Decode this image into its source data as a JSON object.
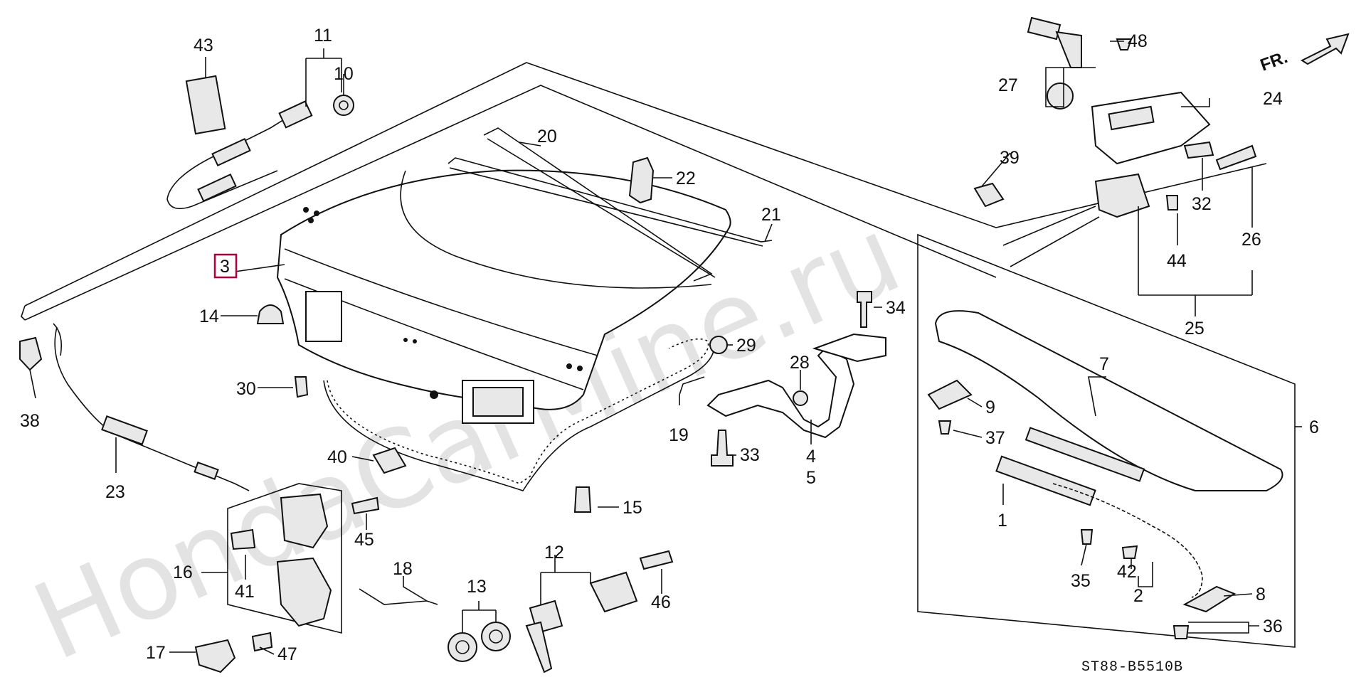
{
  "diagram": {
    "code": "ST88-B5510B",
    "orientation": "FR.",
    "watermark": "HondaCarMine.ru",
    "highlighted": "3",
    "callouts": [
      "1",
      "2",
      "3",
      "4",
      "5",
      "6",
      "7",
      "8",
      "9",
      "10",
      "11",
      "12",
      "13",
      "14",
      "15",
      "16",
      "17",
      "18",
      "19",
      "20",
      "21",
      "22",
      "23",
      "24",
      "25",
      "26",
      "27",
      "28",
      "29",
      "30",
      "32",
      "33",
      "34",
      "35",
      "36",
      "37",
      "38",
      "39",
      "40",
      "41",
      "42",
      "43",
      "44",
      "45",
      "46",
      "47",
      "48"
    ]
  }
}
